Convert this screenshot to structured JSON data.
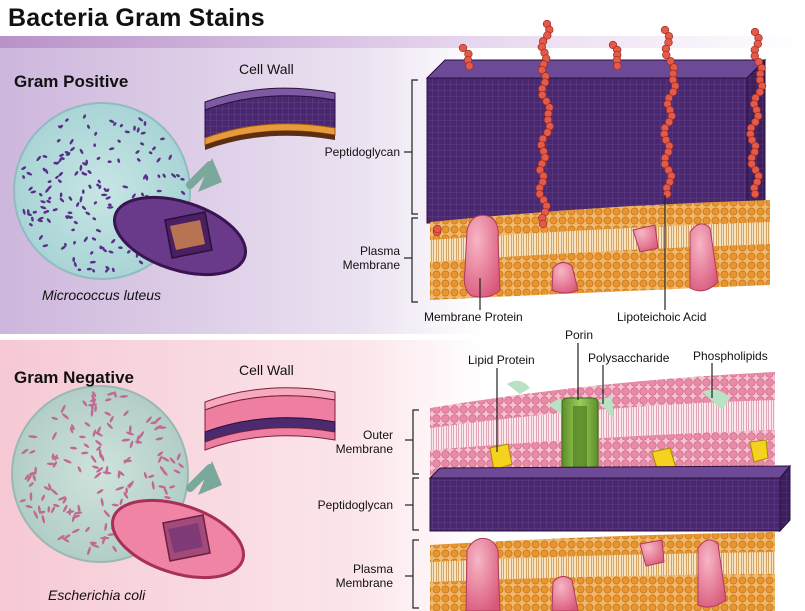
{
  "title": "Bacteria Gram Stains",
  "colors": {
    "positive_bg": "#dccbe4",
    "negative_bg": "#f7d3db",
    "peptidoglycan_purple": "#4b2a6e",
    "membrane_orange": "#e99a3a",
    "lipoteichoic_red": "#e45a4a",
    "outer_membrane_pink": "#e88aa6",
    "porin_green": "#7ab342",
    "lipid_protein_yellow": "#f4d21f"
  },
  "gram_positive": {
    "heading": "Gram Positive",
    "cell_wall_label": "Cell Wall",
    "species": "Micrococcus luteus",
    "labels": {
      "peptidoglycan": "Peptidoglycan",
      "plasma_membrane": "Plasma\nMembrane",
      "membrane_protein": "Membrane Protein",
      "lipoteichoic_acid": "Lipoteichoic Acid"
    }
  },
  "gram_negative": {
    "heading": "Gram Negative",
    "cell_wall_label": "Cell Wall",
    "species": "Escherichia coli",
    "labels": {
      "lipid_protein": "Lipid Protein",
      "porin": "Porin",
      "polysaccharide": "Polysaccharide",
      "phospholipids": "Phospholipids",
      "outer_membrane": "Outer\nMembrane",
      "peptidoglycan": "Peptidoglycan",
      "plasma_membrane": "Plasma\nMembrane"
    }
  }
}
